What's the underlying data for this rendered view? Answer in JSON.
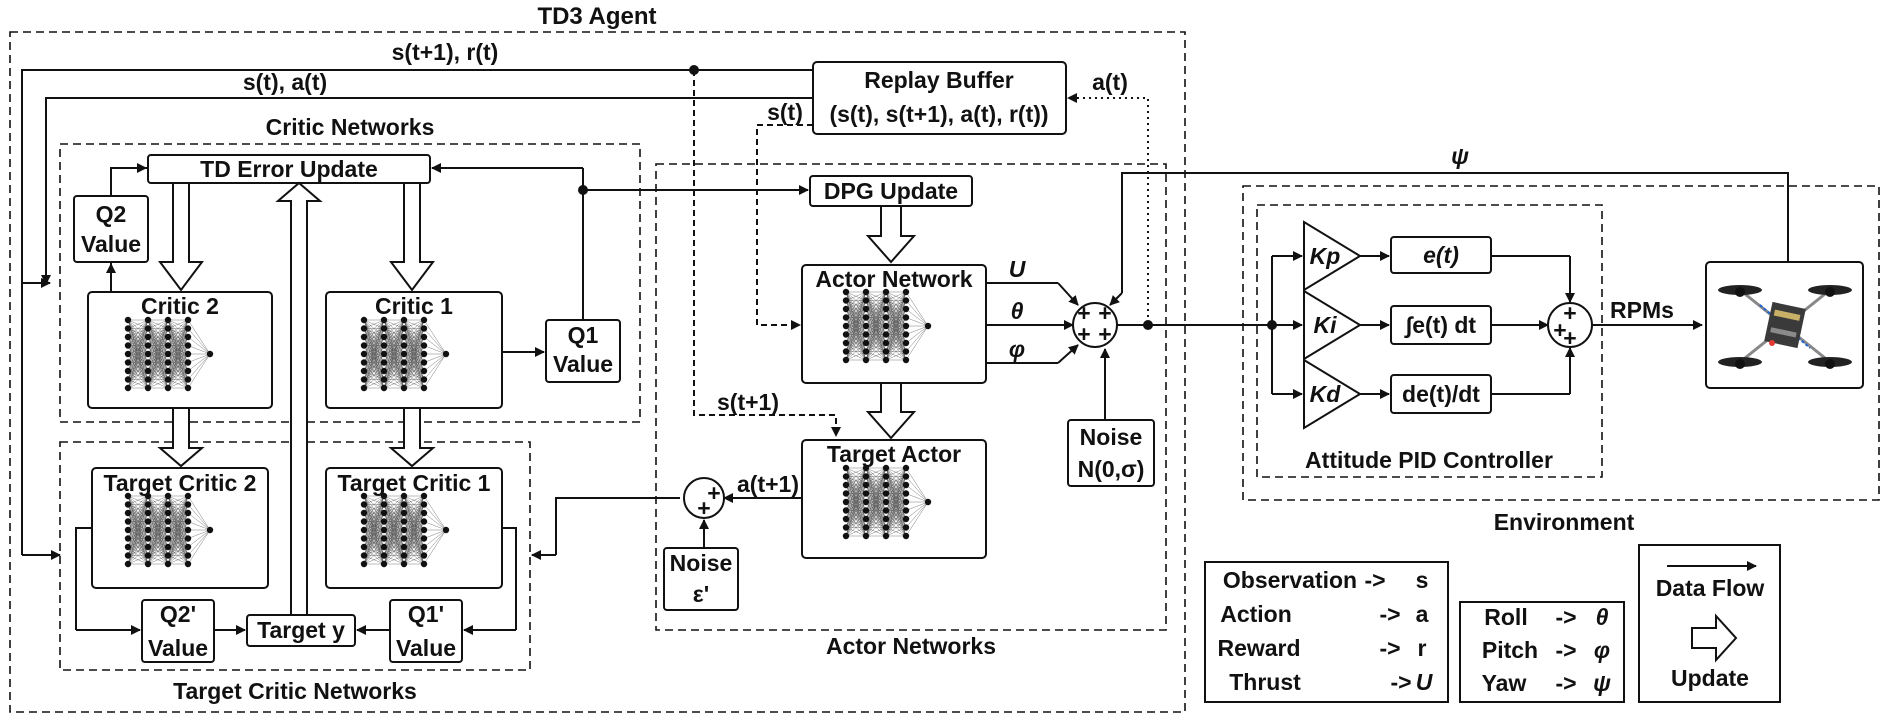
{
  "agent_title": "TD3 Agent",
  "critic_group": "Critic Networks",
  "target_critic_group": "Target Critic Networks",
  "actor_group": "Actor Networks",
  "environment_group": "Environment",
  "pid_group": "Attitude PID Controller",
  "replay": {
    "title": "Replay Buffer",
    "content": "(s(t), s(t+1), a(t), r(t))"
  },
  "td_error": "TD Error Update",
  "dpg_update": "DPG Update",
  "critic2": "Critic 2",
  "critic1": "Critic 1",
  "target_critic2": "Target Critic 2",
  "target_critic1": "Target Critic 1",
  "actor": "Actor Network",
  "target_actor": "Target Actor",
  "q2": {
    "l1": "Q2",
    "l2": "Value"
  },
  "q1": {
    "l1": "Q1",
    "l2": "Value"
  },
  "q2p": {
    "l1": "Q2'",
    "l2": "Value"
  },
  "q1p": {
    "l1": "Q1'",
    "l2": "Value"
  },
  "target_y": "Target y",
  "noise1": {
    "l1": "Noise",
    "l2": "N(0,σ)"
  },
  "noise2": {
    "l1": "Noise",
    "l2": "ε'"
  },
  "labels": {
    "s_t1_r_t": "s(t+1), r(t)",
    "s_t_a_t": "s(t), a(t)",
    "s_t": "s(t)",
    "a_t": "a(t)",
    "s_t1": "s(t+1)",
    "a_t1": "a(t+1)",
    "psi": "ψ",
    "u": "U",
    "theta": "θ",
    "phi": "φ",
    "rpms": "RPMs"
  },
  "pid": {
    "kp": "Kp",
    "ki": "Ki",
    "kd": "Kd",
    "e": "e(t)",
    "int": "∫e(t) dt",
    "der": "de(t)/dt"
  },
  "legend1": [
    {
      "k": "Observation",
      "arrow": "->",
      "v": "s"
    },
    {
      "k": "Action",
      "arrow": "->",
      "v": "a"
    },
    {
      "k": "Reward",
      "arrow": "->",
      "v": "r"
    },
    {
      "k": "Thrust",
      "arrow": "->",
      "v": "U"
    }
  ],
  "legend2": [
    {
      "k": "Roll",
      "arrow": "->",
      "v": "θ"
    },
    {
      "k": "Pitch",
      "arrow": "->",
      "v": "φ"
    },
    {
      "k": "Yaw",
      "arrow": "->",
      "v": "ψ"
    }
  ],
  "legend3": {
    "data_flow": "Data Flow",
    "update": "Update"
  },
  "colors": {
    "stroke": "#111111",
    "background": "#ffffff",
    "drone_body": "#3a3a3a",
    "led_red": "#e53935",
    "led_blue": "#1e63d6"
  }
}
